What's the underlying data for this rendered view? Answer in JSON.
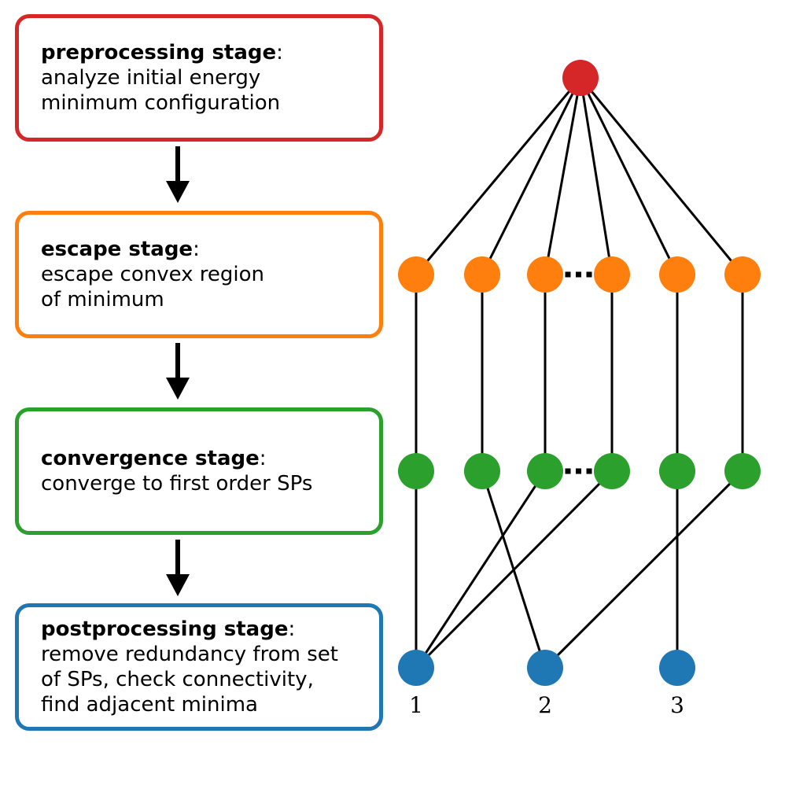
{
  "stages": [
    {
      "id": "preprocessing",
      "title": "preprocessing stage",
      "title_suffix": ":",
      "lines": [
        "analyze initial energy",
        "minimum configuration"
      ],
      "color": "#d62728"
    },
    {
      "id": "escape",
      "title": "escape stage",
      "title_suffix": ":",
      "lines": [
        "escape convex region",
        "of minimum"
      ],
      "color": "#ff7f0e"
    },
    {
      "id": "convergence",
      "title": "convergence stage",
      "title_suffix": ":",
      "lines": [
        "converge to first order SPs"
      ],
      "color": "#2ca02c"
    },
    {
      "id": "postprocessing",
      "title": "postprocessing stage",
      "title_suffix": ":",
      "lines": [
        "remove redundancy from set",
        "of SPs, check connectivity,",
        "find adjacent minima"
      ],
      "color": "#1f77b4"
    }
  ],
  "graph": {
    "colors": {
      "root": "#d62728",
      "escape": "#ff7f0e",
      "convergence": "#2ca02c",
      "minima": "#1f77b4",
      "edge": "#000000"
    },
    "escape_nodes_count": 6,
    "convergence_nodes_count": 6,
    "ellipsis_between": [
      2,
      3
    ],
    "convergence_to_minima_edges": [
      [
        0,
        0
      ],
      [
        1,
        1
      ],
      [
        2,
        0
      ],
      [
        3,
        0
      ],
      [
        4,
        2
      ],
      [
        5,
        1
      ]
    ],
    "minima_labels": [
      "1",
      "2",
      "3"
    ]
  }
}
